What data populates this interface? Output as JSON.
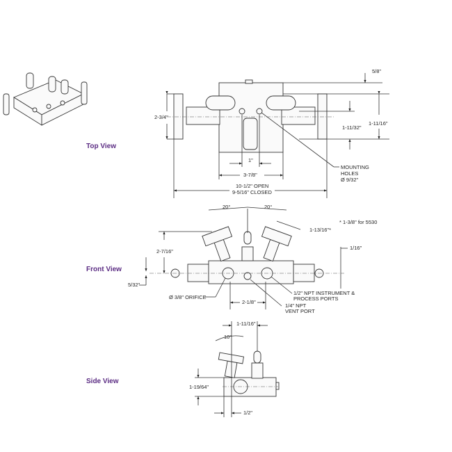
{
  "views": {
    "top": "Top View",
    "front": "Front View",
    "side": "Side View"
  },
  "top_view": {
    "height": "2-3/4\"",
    "offset_top": "5/8\"",
    "hole_spacing_v": "1-11/32\"",
    "handle_height": "1-11/16\"",
    "center_width": "1\"",
    "body_width": "3-7/8\"",
    "open_width": "10-1/2\" OPEN",
    "closed_width": "9-5/16\" CLOSED",
    "mounting": [
      "MOUNTING",
      "HOLES",
      "Ø 9/32\""
    ]
  },
  "front_view": {
    "angle_left": "20°",
    "angle_right": "20°",
    "note": "* 1-3/8\" for 5530",
    "handle_len": "1-13/16\"*",
    "height": "2-7/16\"",
    "offset_right": "1/16\"",
    "offset_left": "5/32\"",
    "orifice": "Ø 3/8\" ORIFICE",
    "ports": [
      "1/2\" NPT INSTRUMENT &",
      "PROCESS PORTS"
    ],
    "port_spacing": "2-1/8\"",
    "vent": [
      "1/4\" NPT",
      "VENT PORT"
    ]
  },
  "side_view": {
    "width": "1-11/16\"",
    "angle": "10°",
    "height": "1-19/64\"",
    "offset": "1/2\""
  }
}
